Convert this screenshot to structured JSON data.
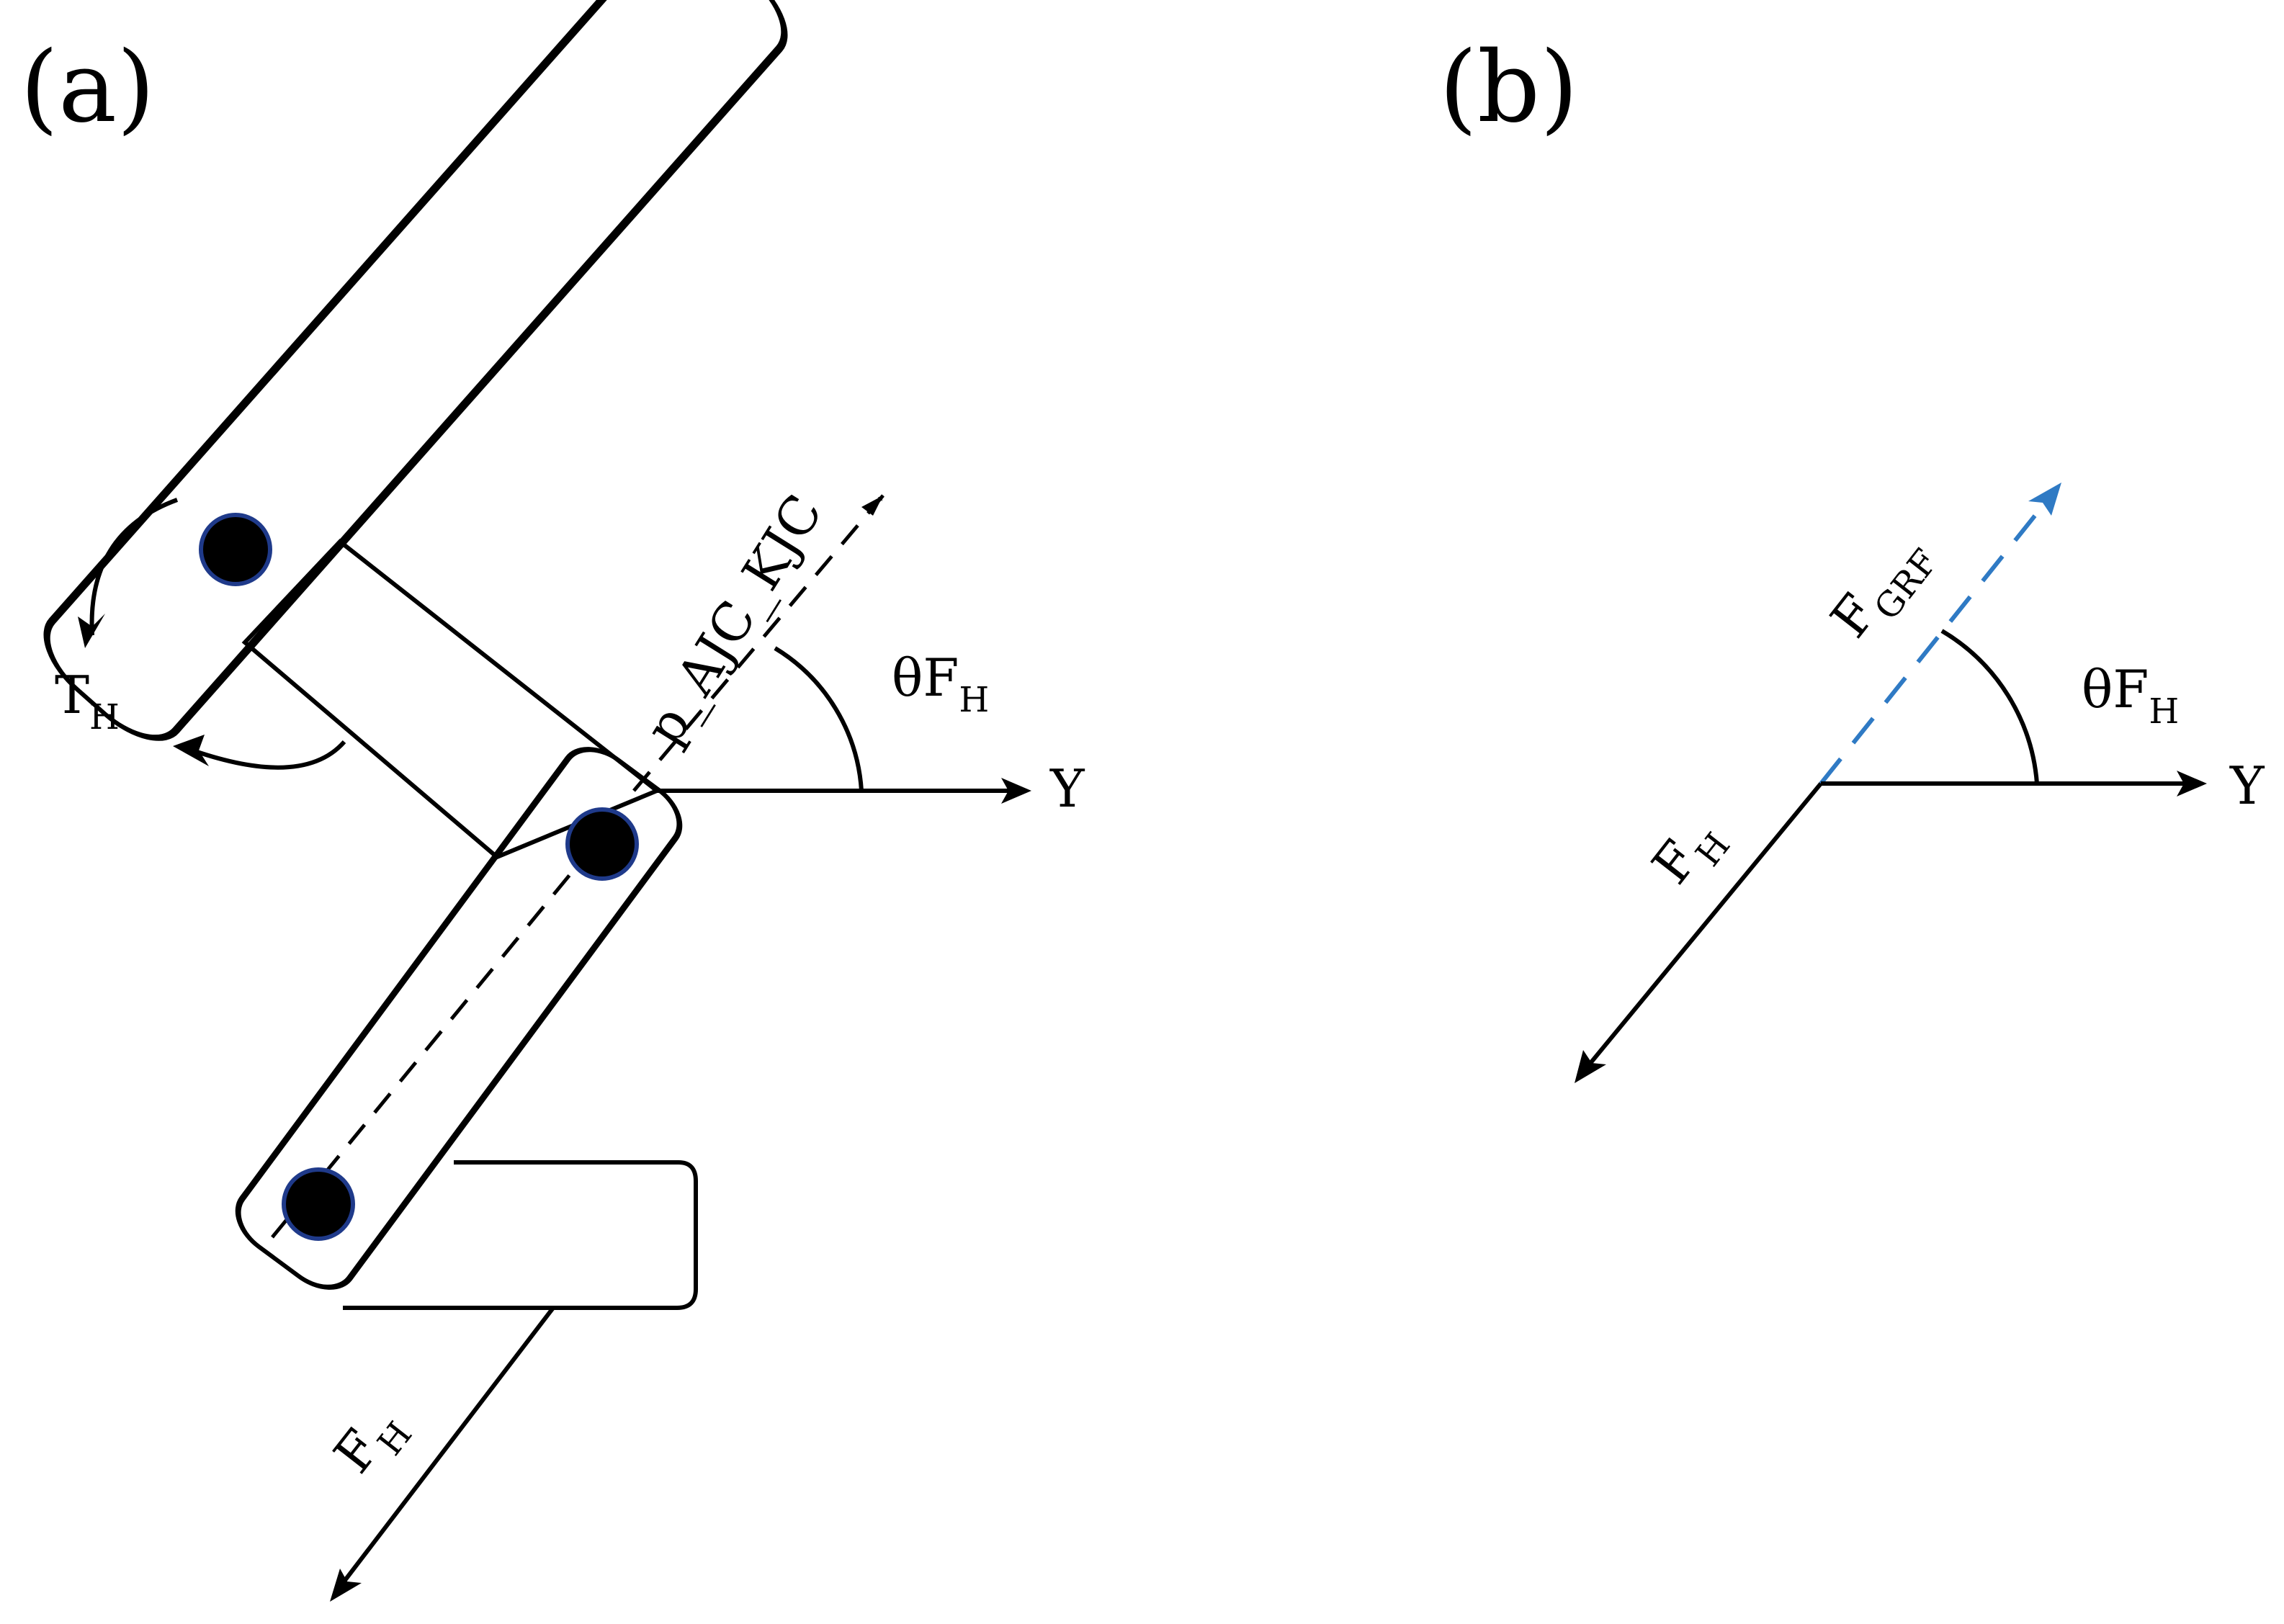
{
  "panels": {
    "a": {
      "label": "(a)"
    },
    "b": {
      "label": "(b)"
    }
  },
  "labels": {
    "a_torque_main": "T",
    "a_torque_sub": "H",
    "a_vector_name": "p_AJC_KJC",
    "a_angle_main": "θF",
    "a_angle_sub": "H",
    "a_axis": "Y",
    "a_force_main": "F",
    "a_force_sub": "H",
    "b_grf_main": "F",
    "b_grf_sub": "GRF",
    "b_angle_main": "θF",
    "b_angle_sub": "H",
    "b_axis": "Y",
    "b_force_main": "F",
    "b_force_sub": "H"
  },
  "colors": {
    "line": "#000000",
    "grf_arrow": "#2f7ac4",
    "joint_fill": "#000000",
    "joint_outline": "#1f3a8a",
    "background": "#ffffff"
  }
}
